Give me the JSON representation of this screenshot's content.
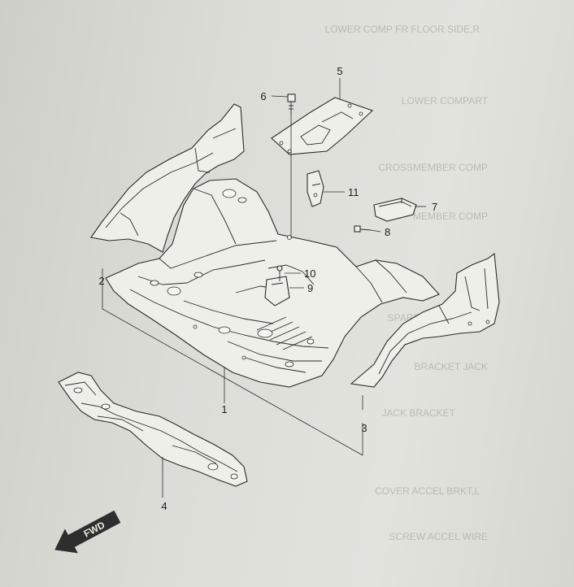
{
  "callouts": [
    {
      "id": "1",
      "label": "1"
    },
    {
      "id": "2",
      "label": "2"
    },
    {
      "id": "3",
      "label": "3"
    },
    {
      "id": "4",
      "label": "4"
    },
    {
      "id": "5",
      "label": "5"
    },
    {
      "id": "6",
      "label": "6"
    },
    {
      "id": "7",
      "label": "7"
    },
    {
      "id": "8",
      "label": "8"
    },
    {
      "id": "9",
      "label": "9"
    },
    {
      "id": "10",
      "label": "10"
    },
    {
      "id": "11",
      "label": "11"
    }
  ],
  "fwd_label": "FWD",
  "bleed_through": {
    "lines": [
      "LOWER COMP FR FLOOR SIDE,R",
      "LOWER COMPART",
      "CROSSMEMBER COMP",
      "MEMBER COMP",
      "SPARE WHEEL ROAD",
      "BRACKET JACK",
      "JACK BRACKET",
      "COVER ACCEL BRKT,L",
      "SCREW ACCEL WIRE"
    ]
  },
  "colors": {
    "ink": "#2a2a2a",
    "paper": "#dcdcd7",
    "part_fill": "#efefea"
  }
}
